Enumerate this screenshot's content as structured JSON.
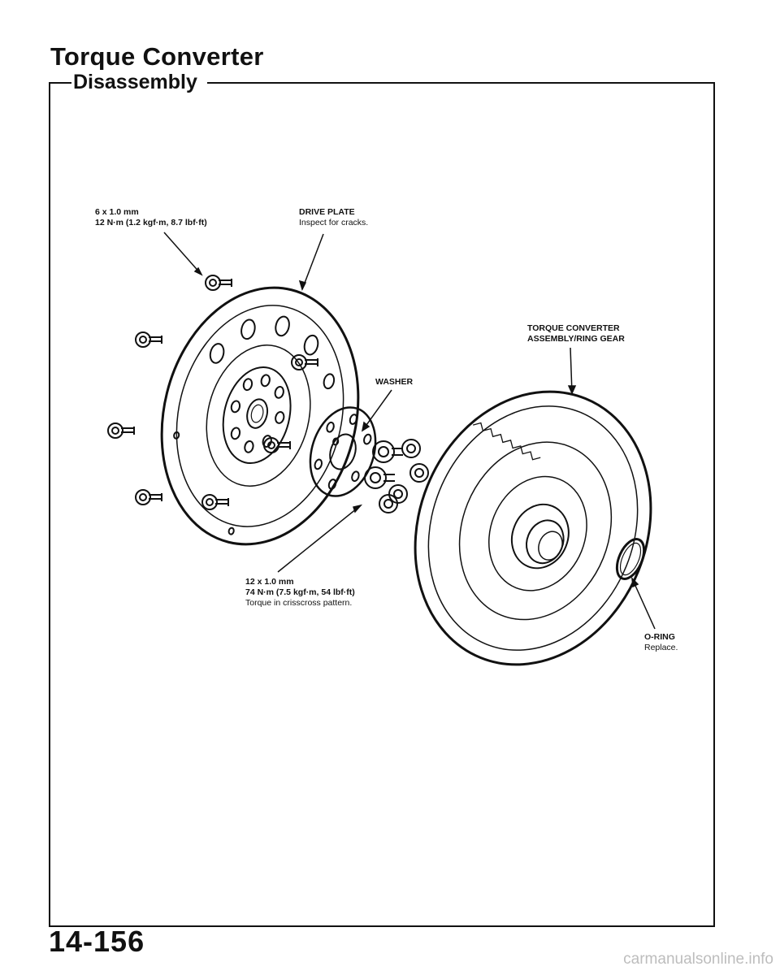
{
  "page": {
    "title": "Torque Converter",
    "section": "Disassembly",
    "page_number": "14-156",
    "watermark": "carmanualsonline.info"
  },
  "callouts": {
    "small_bolt": {
      "line1": "6 x 1.0 mm",
      "line2": "12 N·m (1.2 kgf·m, 8.7 lbf·ft)"
    },
    "drive_plate": {
      "title": "DRIVE PLATE",
      "note": "Inspect for cracks."
    },
    "torque_converter": {
      "line1": "TORQUE CONVERTER",
      "line2": "ASSEMBLY/RING GEAR"
    },
    "washer": {
      "title": "WASHER"
    },
    "large_bolt": {
      "line1": "12 x 1.0 mm",
      "line2": "74 N·m (7.5 kgf·m, 54 lbf·ft)",
      "note": "Torque in crisscross pattern."
    },
    "o_ring": {
      "title": "O-RING",
      "note": "Replace."
    }
  }
}
